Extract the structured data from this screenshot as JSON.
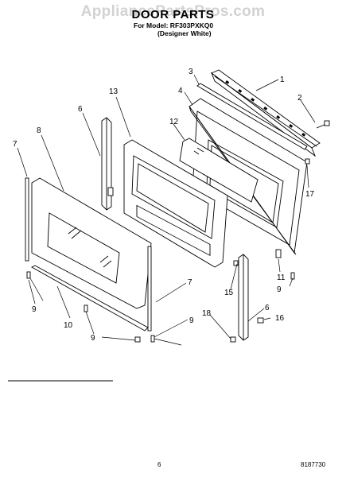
{
  "watermark": "AppliancePartsPros.com",
  "title": "DOOR PARTS",
  "model_line": "For Model: RF303PXKQ0",
  "variant": "(Designer White)",
  "page_number": "6",
  "document_number": "8187730",
  "callouts": [
    "1",
    "2",
    "3",
    "4",
    "13",
    "12",
    "6",
    "8",
    "7",
    "17",
    "11",
    "9",
    "7",
    "9",
    "10",
    "9",
    "15",
    "6",
    "16",
    "18",
    "9"
  ]
}
